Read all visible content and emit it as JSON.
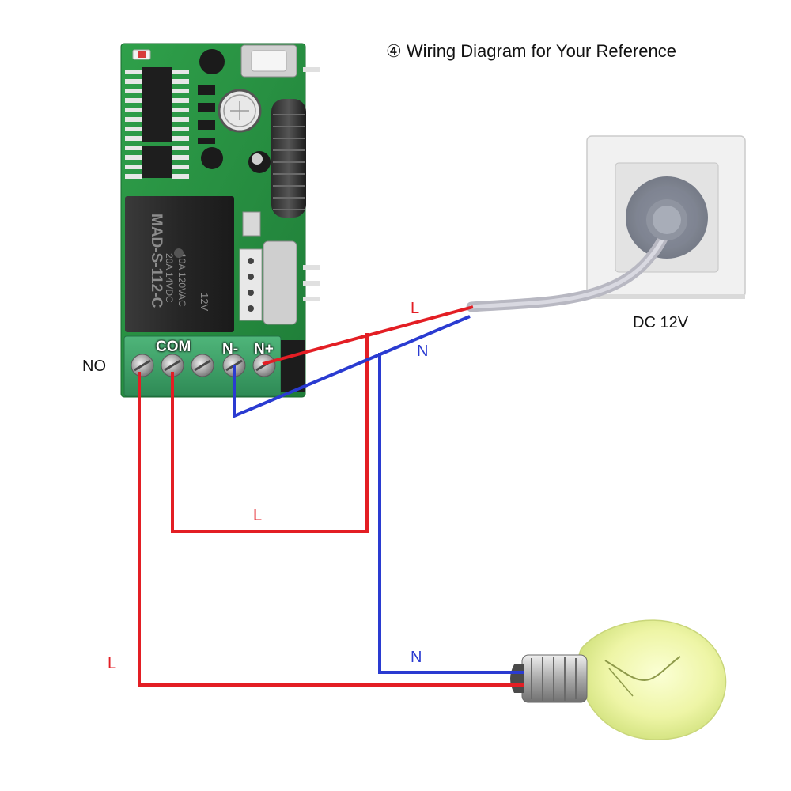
{
  "title": "④ Wiring Diagram for Your Reference",
  "power": {
    "label": "DC 12V"
  },
  "terminals": {
    "no": "NO",
    "com": "COM",
    "n_minus": "N-",
    "n_plus": "N+"
  },
  "wires": {
    "live_label": "L",
    "neutral_label": "N",
    "live_color": "#e31e24",
    "neutral_color": "#2a3bd1"
  },
  "board": {
    "relay_text": "MAD-S-112-C",
    "relay_rating_1": "10A 120VAC",
    "relay_rating_2": "20A 14VDC",
    "relay_voltage": "12V"
  },
  "icons": [
    "relay-module-icon",
    "wall-socket-icon",
    "plug-cable-icon",
    "light-bulb-icon",
    "antenna-coil-icon",
    "screw-terminal-icon"
  ]
}
